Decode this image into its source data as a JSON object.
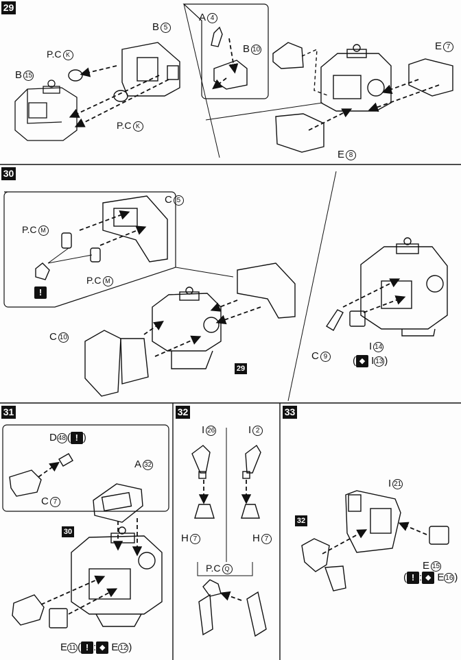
{
  "steps": [
    {
      "number": "29"
    },
    {
      "number": "30"
    },
    {
      "number": "31"
    },
    {
      "number": "32"
    },
    {
      "number": "33"
    }
  ],
  "symbols": {
    "caution": "!",
    "alternate": "◆"
  },
  "punct": {
    "open": "(",
    "close": ")",
    "colon": ":"
  },
  "s29": {
    "b5": {
      "letter": "B",
      "num": "5"
    },
    "pck1": {
      "letter": "P.C",
      "num": "K"
    },
    "b15": {
      "letter": "B",
      "num": "15"
    },
    "pck2": {
      "letter": "P.C",
      "num": "K"
    },
    "a4": {
      "letter": "A",
      "num": "4"
    },
    "b10": {
      "letter": "B",
      "num": "10"
    },
    "e7": {
      "letter": "E",
      "num": "7"
    },
    "e8": {
      "letter": "E",
      "num": "8"
    }
  },
  "s30": {
    "c5": {
      "letter": "C",
      "num": "5"
    },
    "pcm1": {
      "letter": "P.C",
      "num": "M"
    },
    "pcm2": {
      "letter": "P.C",
      "num": "M"
    },
    "c10": {
      "letter": "C",
      "num": "10"
    },
    "ref": "29",
    "c9": {
      "letter": "C",
      "num": "9"
    },
    "i14": {
      "letter": "I",
      "num": "14"
    },
    "alt": {
      "letter": "I",
      "num": "13"
    }
  },
  "s31": {
    "d48": {
      "letter": "D",
      "num": "48"
    },
    "c7": {
      "letter": "C",
      "num": "7"
    },
    "a32": {
      "letter": "A",
      "num": "32"
    },
    "ref": "30",
    "e11": {
      "letter": "E",
      "num": "11"
    },
    "e12": {
      "letter": "E",
      "num": "12"
    }
  },
  "s32": {
    "i26": {
      "letter": "I",
      "num": "26"
    },
    "i2": {
      "letter": "I",
      "num": "2"
    },
    "h7a": {
      "letter": "H",
      "num": "7"
    },
    "h7b": {
      "letter": "H",
      "num": "7"
    },
    "pcq": {
      "letter": "P.C",
      "num": "Q"
    }
  },
  "s33": {
    "i21": {
      "letter": "I",
      "num": "21"
    },
    "ref": "32",
    "e15": {
      "letter": "E",
      "num": "15"
    },
    "e16": {
      "letter": "E",
      "num": "16"
    }
  }
}
